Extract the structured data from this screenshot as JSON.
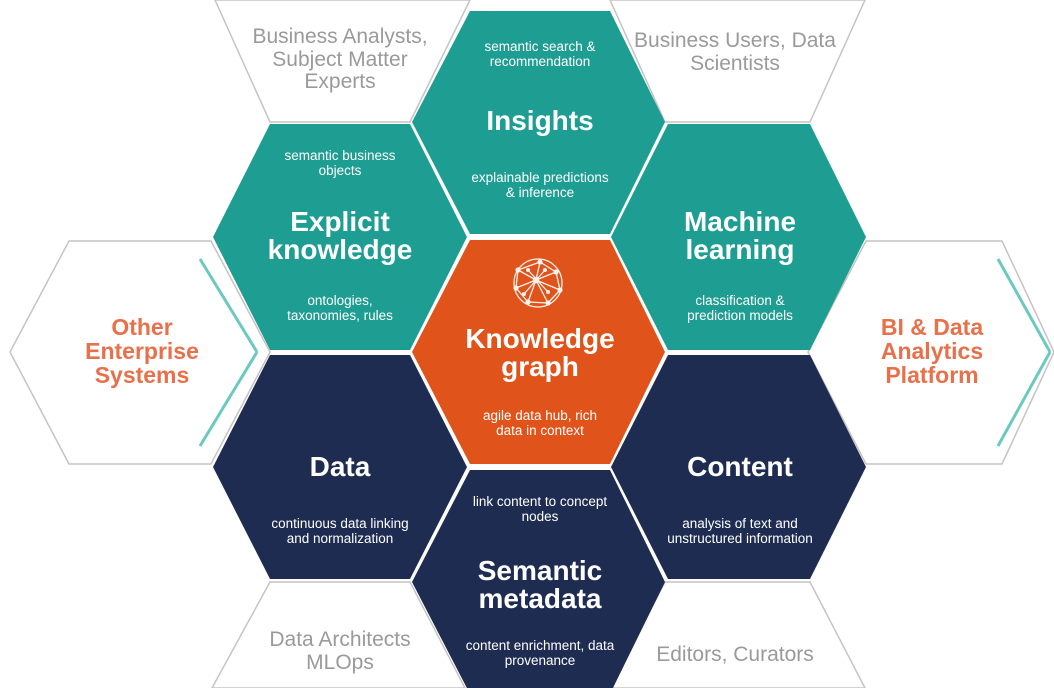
{
  "colors": {
    "teal": "#1e9e92",
    "navy": "#1e2c52",
    "orange": "#e0531a",
    "outline": "#bdbdbd",
    "accent_line": "#6cc9c0",
    "role_text": "#9a9a9a",
    "side_text": "#e8704a"
  },
  "roles": {
    "top_left": "Business Analysts, Subject Matter Experts",
    "top_right": "Business Users, Data Scientists",
    "bottom_left": "Data Architects MLOps",
    "bottom_right": "Editors, Curators"
  },
  "sides": {
    "left": "Other Enterprise Systems",
    "right": "BI & Data Analytics Platform"
  },
  "hexes": {
    "insights": {
      "top": "semantic search & recommendation",
      "title": "Insights",
      "bottom": "explainable predictions & inference"
    },
    "explicit_knowledge": {
      "top": "semantic business objects",
      "title": "Explicit knowledge",
      "bottom": "ontologies, taxonomies, rules"
    },
    "machine_learning": {
      "title": "Machine learning",
      "bottom": "classification & prediction models"
    },
    "knowledge_graph": {
      "icon": "network-globe-icon",
      "title": "Knowledge graph",
      "bottom": "agile data hub, rich data in context"
    },
    "data": {
      "title": "Data",
      "bottom": "continuous data linking and normalization"
    },
    "content": {
      "title": "Content",
      "bottom": "analysis of text and unstructured information"
    },
    "semantic_metadata": {
      "top": "link content to concept nodes",
      "title": "Semantic metadata",
      "bottom": "content enrichment, data provenance"
    }
  }
}
